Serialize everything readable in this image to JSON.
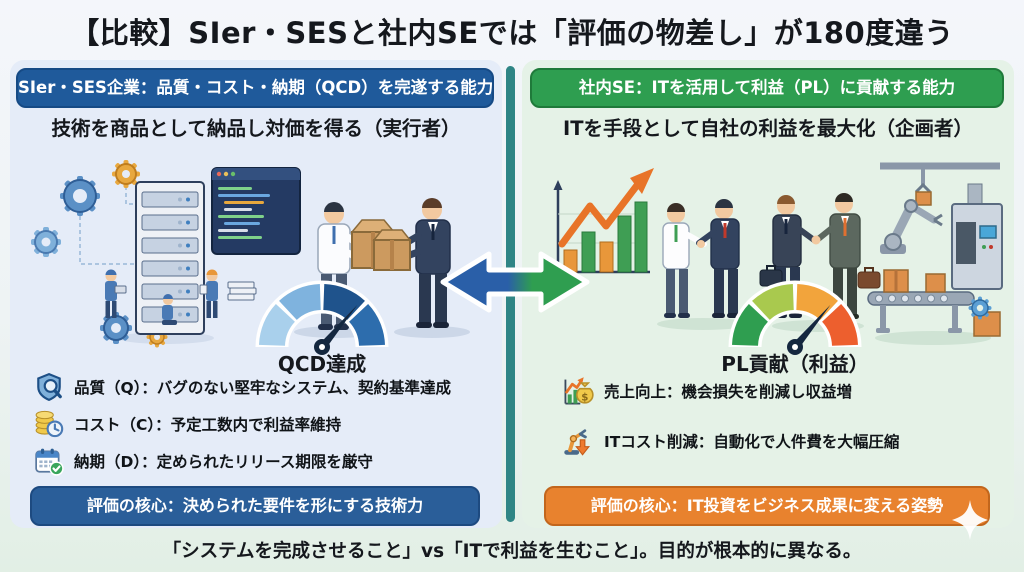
{
  "title": "【比較】SIer・SESと社内SEでは「評価の物差し」が180度違う",
  "left_panel": {
    "header": "SIer・SES企業：品質・コスト・納期（QCD）を完遂する能力",
    "subtitle": "技術を商品として納品し対価を得る（実行者）",
    "gauge_label": "QCD達成",
    "items": [
      {
        "icon": "shield-magnifier-icon",
        "text": "品質（Q）：バグのない堅牢なシステム、契約基準達成"
      },
      {
        "icon": "coins-clock-icon",
        "text": "コスト（C）：予定工数内で利益率維持"
      },
      {
        "icon": "calendar-check-icon",
        "text": "納期（D）：定められたリリース期限を厳守"
      }
    ],
    "footer": "評価の核心：決められた要件を形にする技術力",
    "accent_color": "#1f5a9b",
    "panel_color": "#e5ecf8",
    "gauge_colors": [
      "#a9d0ec",
      "#7fb3de",
      "#1f538c",
      "#2d6dad"
    ]
  },
  "right_panel": {
    "header": "社内SE：ITを活用して利益（PL）に貢献する能力",
    "subtitle": "ITを手段として自社の利益を最大化（企画者）",
    "gauge_label": "PL貢献（利益）",
    "items": [
      {
        "icon": "sales-growth-icon",
        "text": "売上向上：機会損失を削減し収益増"
      },
      {
        "icon": "automation-cost-down-icon",
        "text": "ITコスト削減：自動化で人件費を大幅圧縮"
      }
    ],
    "footer": "評価の核心：IT投資をビジネス成果に変える姿勢",
    "accent_color": "#2e9e50",
    "footer_color": "#e8822e",
    "panel_color": "#e5f2e7",
    "gauge_colors": [
      "#2f9e50",
      "#a9c94e",
      "#f2a43c",
      "#ed5f2e"
    ]
  },
  "divider_color": "#2f8585",
  "bottom_note": "「システムを完成させること」vs「ITで利益を生むこと」。目的が根本的に異なる。"
}
